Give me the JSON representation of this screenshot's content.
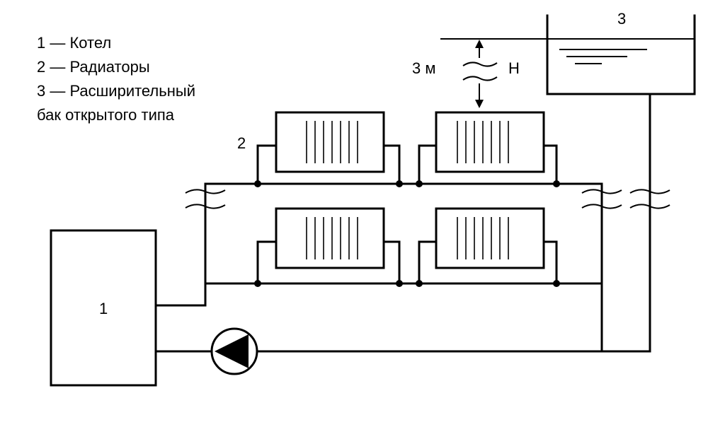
{
  "legend": {
    "line1": "1 — Котел",
    "line2": "2 — Радиаторы",
    "line3": "3 — Расширительный",
    "line4": "бак открытого типа"
  },
  "labels": {
    "boiler": "1",
    "radiator": "2",
    "tank": "3",
    "height_value": "3 м",
    "height_symbol": "H"
  }
}
